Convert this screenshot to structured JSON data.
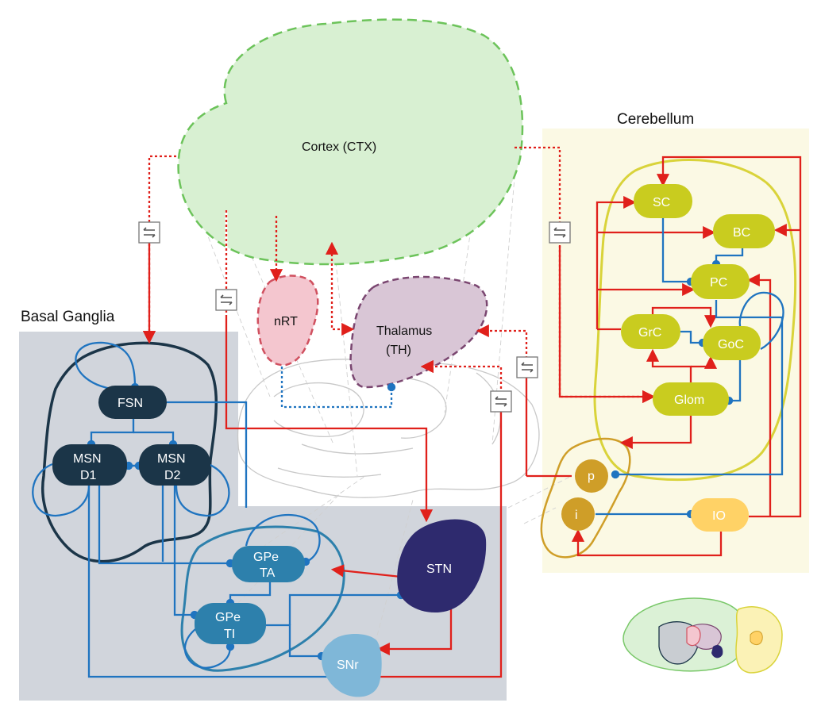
{
  "regions": {
    "basal_ganglia": "Basal Ganglia",
    "cerebellum": "Cerebellum",
    "cortex": "Cortex (CTX)",
    "nrt": "nRT",
    "thalamus_line1": "Thalamus",
    "thalamus_line2": "(TH)"
  },
  "nodes": {
    "fsn": "FSN",
    "msn_d1_line1": "MSN",
    "msn_d1_line2": "D1",
    "msn_d2_line1": "MSN",
    "msn_d2_line2": "D2",
    "gpe_ta_line1": "GPe",
    "gpe_ta_line2": "TA",
    "gpe_ti_line1": "GPe",
    "gpe_ti_line2": "TI",
    "stn": "STN",
    "snr": "SNr",
    "sc": "SC",
    "bc": "BC",
    "pc": "PC",
    "grc": "GrC",
    "goc": "GoC",
    "glom": "Glom",
    "p": "p",
    "i": "i",
    "io": "IO"
  },
  "colors": {
    "excitatory": "#e0201b",
    "inhibitory": "#1f74c0",
    "cortex_fill": "#d8f0d2",
    "cortex_border": "#6cc35a",
    "thalamus_fill": "#d9c6d6",
    "thalamus_border": "#7a4670",
    "nrt_fill": "#f4c6cf",
    "nrt_border": "#d0505f",
    "bg_panel": "#d1d5dc",
    "cb_panel": "#fbf9e4",
    "cb_node": "#c9cc1f",
    "io_node": "#ffd266",
    "pi_node": "#cf9e28",
    "bg_dark_node": "#1b3548",
    "gpe_node": "#2d80ac",
    "stn_node": "#2e2a6e",
    "snr_node": "#7fb7d8"
  },
  "icons": [
    "bidirectional-arrows-icon"
  ]
}
